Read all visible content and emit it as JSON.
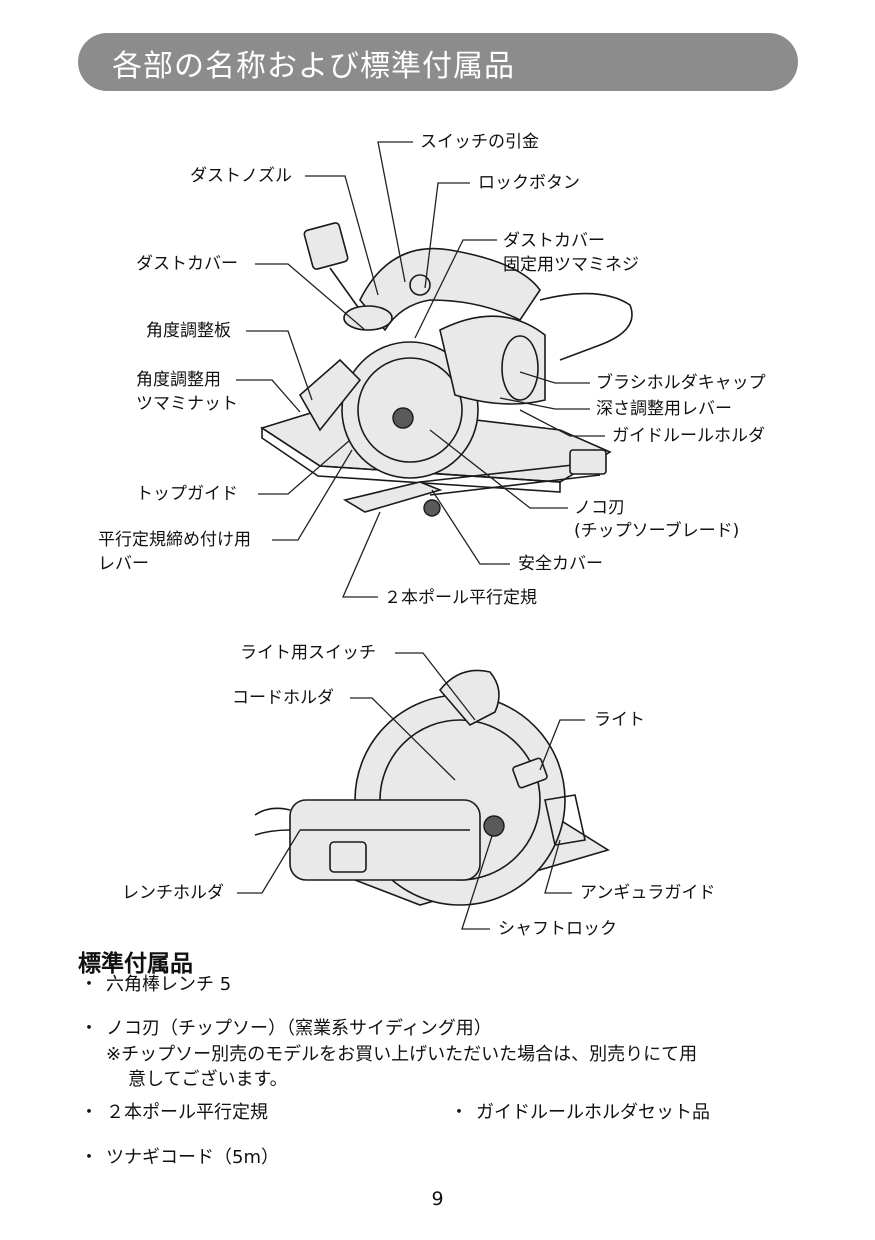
{
  "header": {
    "title": "各部の名称および標準付属品"
  },
  "figure1": {
    "labels": {
      "switch_trigger": "スイッチの引金",
      "dust_nozzle": "ダストノズル",
      "lock_button": "ロックボタン",
      "dust_cover": "ダストカバー",
      "dust_cover_knob_line1": "ダストカバー",
      "dust_cover_knob_line2": "固定用ツマミネジ",
      "angle_plate": "角度調整板",
      "angle_knob_line1": "角度調整用",
      "angle_knob_line2": "ツマミナット",
      "brush_cap": "ブラシホルダキャップ",
      "depth_lever": "深さ調整用レバー",
      "guide_rule_holder": "ガイドルールホルダ",
      "top_guide": "トップガイド",
      "blade_line1": "ノコ刃",
      "blade_line2": "(チップソーブレード)",
      "parallel_lever_line1": "平行定規締め付け用",
      "parallel_lever_line2": "レバー",
      "safety_cover": "安全カバー",
      "two_pole_guide": "２本ポール平行定規"
    }
  },
  "figure2": {
    "labels": {
      "light_switch": "ライト用スイッチ",
      "cord_holder": "コードホルダ",
      "light": "ライト",
      "wrench_holder": "レンチホルダ",
      "angular_guide": "アンギュラガイド",
      "shaft_lock": "シャフトロック"
    }
  },
  "accessories": {
    "title": "標準付属品",
    "bullet": "・",
    "item1": "六角棒レンチ 5",
    "item2": "ノコ刃（チップソー）（窯業系サイディング用）",
    "item2_note_line1": "※チップソー別売のモデルをお買い上げいただいた場合は、別売りにて用",
    "item2_note_line2": "意してございます。",
    "item3": "２本ポール平行定規",
    "item4": "ガイドルールホルダセット品",
    "item5": "ツナギコード（5m）"
  },
  "page_number": "9",
  "icons": {
    "tool_top": "circular-saw-illustration",
    "tool_bottom": "circular-saw-rear-illustration"
  }
}
